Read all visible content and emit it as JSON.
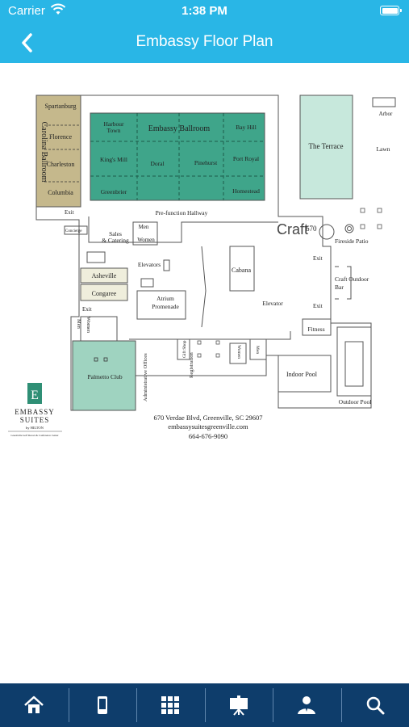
{
  "status_bar": {
    "carrier": "Carrier",
    "time": "1:38 PM"
  },
  "nav": {
    "title": "Embassy Floor Plan"
  },
  "floor_plan": {
    "rooms": {
      "spartanburg": "Spartanburg",
      "florence": "Florence",
      "charleston": "Charleston",
      "columbia": "Columbia",
      "carolina_ballroom": "Carolina Ballroom",
      "harbour_town_1": "Harbour",
      "harbour_town_2": "Town",
      "embassy_ballroom": "Embassy Ballroom",
      "bay_hill": "Bay Hill",
      "kings_mill": "King's Mill",
      "doral": "Doral",
      "pinehurst": "Pinehurst",
      "port_royal": "Port Royal",
      "greenbrier": "Greenbrier",
      "homestead": "Homestead",
      "prefunction": "Pre-function Hallway",
      "the_terrace": "The Terrace",
      "arbor": "Arbor",
      "lawn": "Lawn",
      "craft_logo_1": "Craft",
      "craft_logo_2": "670",
      "fireside_patio": "Fireside Patio",
      "craft_outdoor_bar_1": "Craft Outdoor",
      "craft_outdoor_bar_2": "Bar",
      "exit": "Exit",
      "concierge": "Concierge",
      "sales_catering_1": "Sales",
      "sales_catering_2": "& Catering",
      "men": "Men",
      "women": "Women",
      "elevators": "Elevators",
      "cabana": "Cabana",
      "asheville": "Asheville",
      "congaree": "Congaree",
      "atrium_1": "Atrium",
      "atrium_2": "Promenade",
      "elevator": "Elevator",
      "fitness": "Fitness",
      "palmetto_club": "Palmetto Club",
      "admin_offices": "Administrative Offices",
      "gift_shop": "Gift Shop",
      "registration": "Registration",
      "indoor_pool": "Indoor Pool",
      "outdoor_pool": "Outdoor Pool"
    },
    "address": "670 Verdae Blvd, Greenville, SC 29607",
    "website": "embassysuitesgreenville.com",
    "phone": "664-676-9090",
    "logo": {
      "line1": "EMBASSY",
      "line2": "SUITES",
      "line3": "by HILTON",
      "line4": "Greenville Golf Resort & Conference Center"
    },
    "colors": {
      "ballroom": "#3fa58a",
      "carolina": "#c5b88c",
      "terrace": "#c7e8dc",
      "palmetto": "#9fd3c0",
      "lightroom": "#efeedc"
    }
  },
  "tab_bar": {
    "items": [
      {
        "name": "home",
        "icon": "home-icon"
      },
      {
        "name": "mobile",
        "icon": "phone-icon"
      },
      {
        "name": "grid",
        "icon": "grid-icon"
      },
      {
        "name": "presentation",
        "icon": "easel-icon"
      },
      {
        "name": "attendee",
        "icon": "person-icon"
      },
      {
        "name": "search",
        "icon": "search-icon"
      }
    ]
  }
}
